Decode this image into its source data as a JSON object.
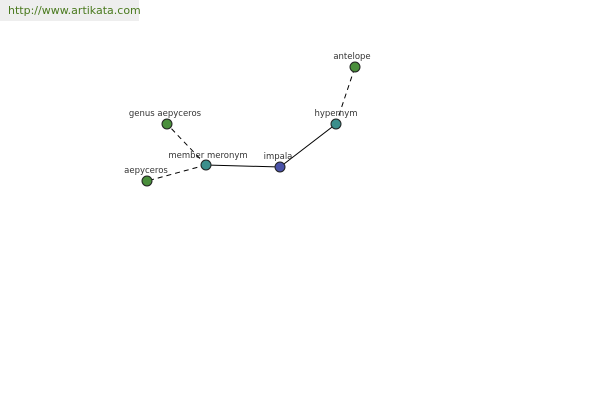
{
  "site_url": "http://www.artikata.com",
  "colors": {
    "edge": "#000000",
    "node_term": "#4a8f3c",
    "node_relation": "#3c8f8c",
    "node_focus": "#4a52a8",
    "url_text": "#4a7a1e"
  },
  "nodes": {
    "antelope": {
      "label": "antelope",
      "kind": "term"
    },
    "hypernym": {
      "label": "hypernym",
      "kind": "relation"
    },
    "impala": {
      "label": "impala",
      "kind": "focus"
    },
    "member_meronym": {
      "label": "member meronym",
      "kind": "relation"
    },
    "genus_aepyceros": {
      "label": "genus aepyceros",
      "kind": "term"
    },
    "aepyceros": {
      "label": "aepyceros",
      "kind": "term"
    }
  },
  "edges": [
    {
      "from": "impala",
      "to": "hypernym",
      "style": "solid"
    },
    {
      "from": "hypernym",
      "to": "antelope",
      "style": "dashed"
    },
    {
      "from": "impala",
      "to": "member_meronym",
      "style": "solid"
    },
    {
      "from": "member_meronym",
      "to": "genus_aepyceros",
      "style": "dashed"
    },
    {
      "from": "member_meronym",
      "to": "aepyceros",
      "style": "dashed"
    }
  ]
}
